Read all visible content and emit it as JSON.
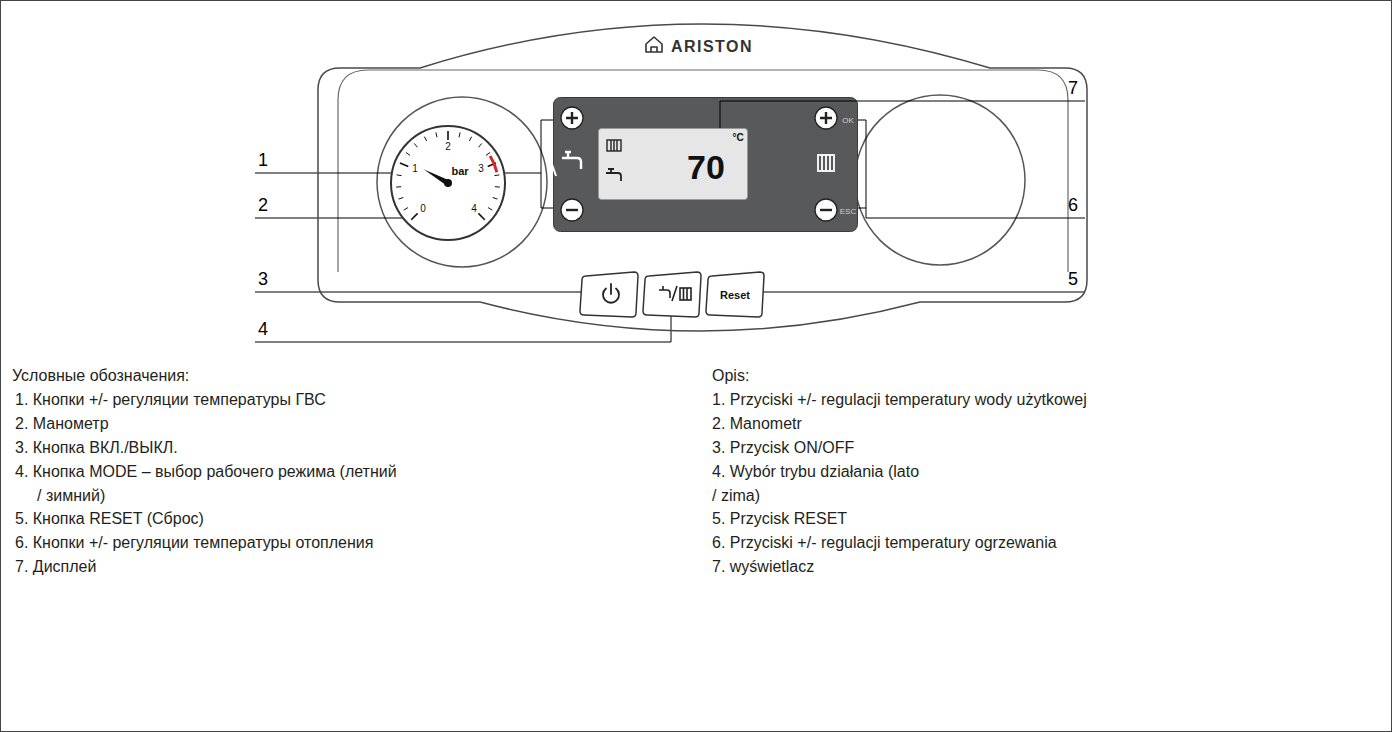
{
  "diagram": {
    "nodes": [
      {
        "text": [
          "ARISTON"
        ]
      },
      {
        "text": [
          "bar",
          "0",
          "1",
          "2",
          "3",
          "4"
        ],
        "in": 0
      },
      {
        "text": [
          "OK",
          "ESC"
        ],
        "in": 0
      },
      {
        "text": [
          "°C",
          "70"
        ],
        "in": 2
      },
      {
        "text": [
          "Reset"
        ],
        "in": 0
      }
    ],
    "labels": [
      "1",
      "7",
      "2",
      "6",
      "3",
      "5",
      "4",
      "Условные обозначения:",
      "1. Кнопки +/- регуляции температуры ГВС",
      "2. Манометр",
      "3. Кнопка ВКЛ./ВЫКЛ.",
      "4. Кнопка MODE – выбор рабочего режима (летний / зимний)",
      "5. Кнопка RESET (Сброс)",
      "6. Кнопки +/- регуляции температуры отопления",
      "7. Дисплей",
      "Opis:",
      "1. Przyciski +/- regulacji temperatury wody użytkowej",
      "2. Manometr",
      "3. Przycisk ON/OFF",
      "4. Wybór trybu działania (lato / zima)",
      "5. Przycisk RESET",
      "6. Przyciski +/- regulacji temperatury ogrzewania",
      "7. wyświetlacz"
    ]
  }
}
